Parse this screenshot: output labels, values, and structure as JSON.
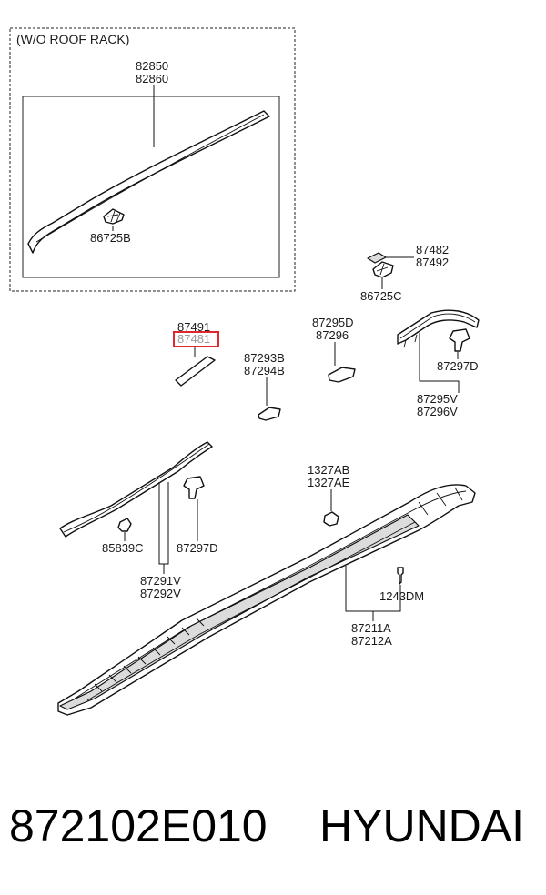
{
  "inset": {
    "caption": "(W/O ROOF RACK)"
  },
  "callouts": [
    {
      "lines": [
        "82850",
        "82860"
      ]
    },
    {
      "lines": [
        "86725B"
      ]
    },
    {
      "lines": [
        "87482",
        "87492"
      ]
    },
    {
      "lines": [
        "86725C"
      ]
    },
    {
      "lines": [
        "87491",
        "87481"
      ]
    },
    {
      "lines": [
        "87295D",
        "87296"
      ]
    },
    {
      "lines": [
        "87293B",
        "87294B"
      ]
    },
    {
      "lines": [
        "87297D"
      ]
    },
    {
      "lines": [
        "87295V",
        "87296V"
      ]
    },
    {
      "lines": [
        "1327AB",
        "1327AE"
      ]
    },
    {
      "lines": [
        "85839C"
      ]
    },
    {
      "lines": [
        "87297D"
      ]
    },
    {
      "lines": [
        "87291V",
        "87292V"
      ]
    },
    {
      "lines": [
        "1243DM"
      ]
    },
    {
      "lines": [
        "87211A",
        "87212A"
      ]
    }
  ],
  "highlight": {
    "part_number": "87481",
    "color": "#e0282e"
  },
  "footer": {
    "part_number": "872102E010",
    "brand": "HYUNDAI"
  }
}
